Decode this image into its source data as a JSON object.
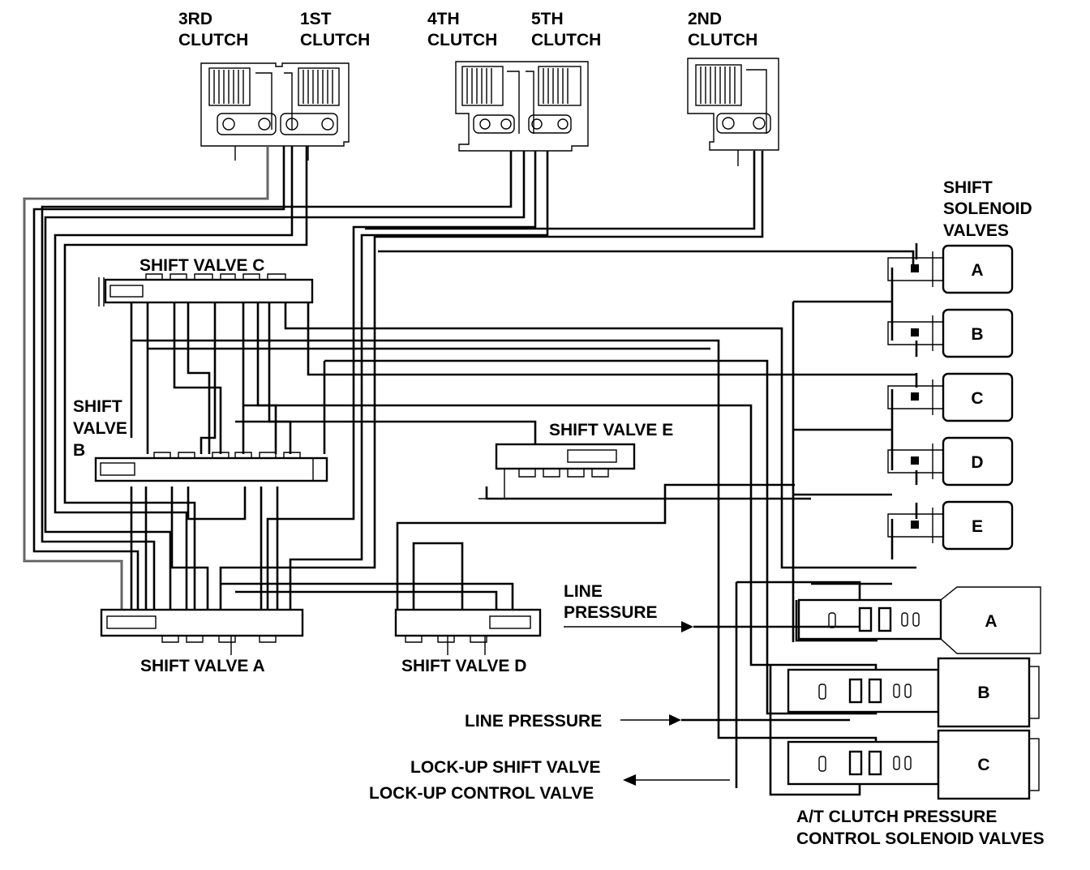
{
  "labels": {
    "clutch_3rd": [
      "3RD",
      "CLUTCH"
    ],
    "clutch_1st": [
      "1ST",
      "CLUTCH"
    ],
    "clutch_4th": [
      "4TH",
      "CLUTCH"
    ],
    "clutch_5th": [
      "5TH",
      "CLUTCH"
    ],
    "clutch_2nd": [
      "2ND",
      "CLUTCH"
    ],
    "shift_solenoid_valves": [
      "SHIFT",
      "SOLENOID",
      "VALVES"
    ],
    "shift_valve_a": "SHIFT VALVE A",
    "shift_valve_b": [
      "SHIFT",
      "VALVE",
      "B"
    ],
    "shift_valve_c": "SHIFT VALVE C",
    "shift_valve_d": "SHIFT VALVE D",
    "shift_valve_e": "SHIFT VALVE E",
    "line_pressure_1": [
      "LINE",
      "PRESSURE"
    ],
    "line_pressure_2": "LINE PRESSURE",
    "lockup_shift_valve": "LOCK-UP SHIFT VALVE",
    "lockup_control_valve": "LOCK-UP CONTROL VALVE",
    "at_clutch_pressure": [
      "A/T CLUTCH PRESSURE",
      "CONTROL SOLENOID VALVES"
    ]
  },
  "shift_solenoids": [
    "A",
    "B",
    "C",
    "D",
    "E"
  ],
  "pressure_solenoids": [
    "A",
    "B",
    "C"
  ]
}
